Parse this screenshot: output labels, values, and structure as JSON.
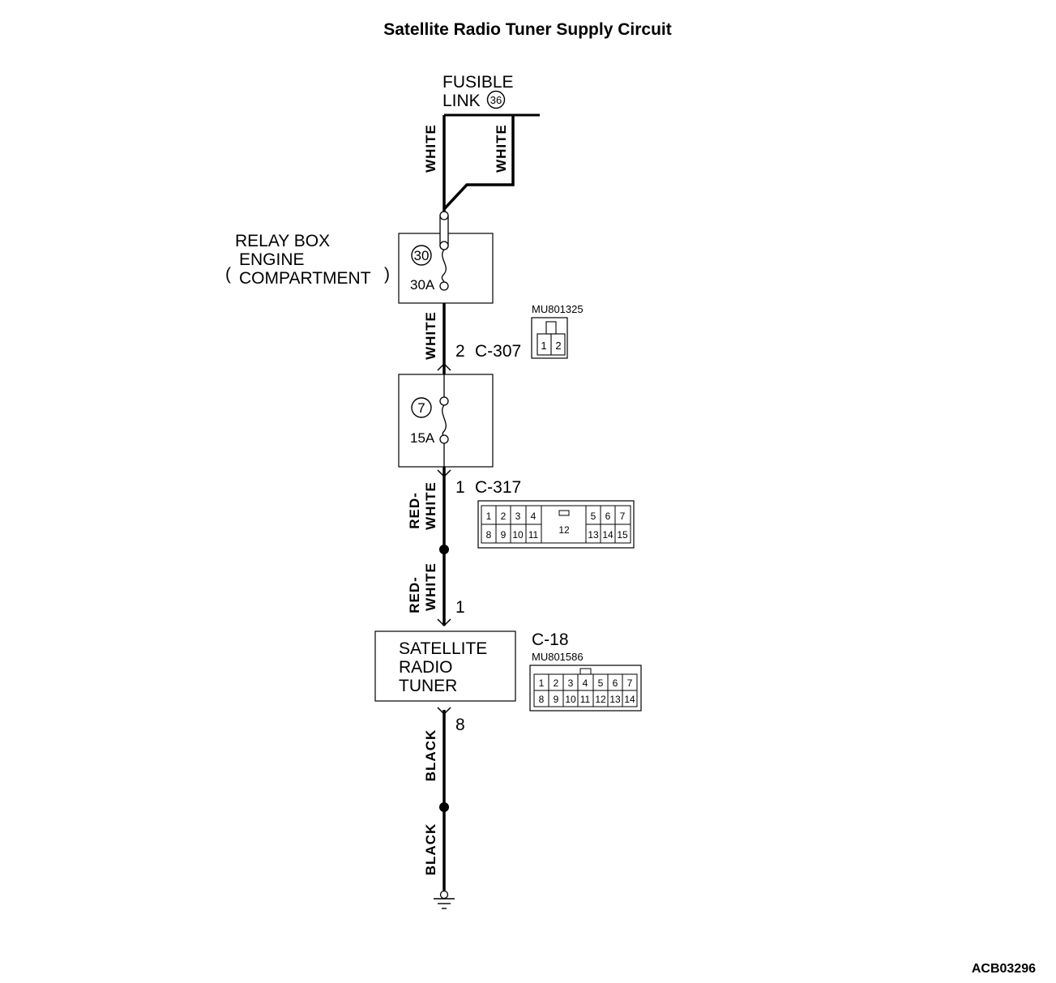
{
  "title": "Satellite Radio Tuner Supply Circuit",
  "figure_id": "ACB03296",
  "fusible_link": {
    "line1": "FUSIBLE",
    "line2": "LINK",
    "number": "36"
  },
  "wires": {
    "w1": "WHITE",
    "w2": "WHITE",
    "w3": "WHITE",
    "w4a": "RED-",
    "w4b": "WHITE",
    "w5a": "RED-",
    "w5b": "WHITE",
    "w6": "BLACK",
    "w7": "BLACK"
  },
  "relay_box": {
    "label1": "RELAY BOX",
    "label2": "ENGINE",
    "label3": "COMPARTMENT",
    "open_paren": "(",
    "close_paren": ")",
    "fuse_number": "30",
    "fuse_rating": "30A"
  },
  "junction_fuse": {
    "fuse_number": "7",
    "fuse_rating": "15A"
  },
  "connectors": {
    "c307": {
      "pin": "2",
      "name": "C-307",
      "part": "MU801325",
      "pins": [
        "1",
        "2"
      ]
    },
    "c317": {
      "pin": "1",
      "name": "C-317",
      "pins_top": [
        "1",
        "2",
        "3",
        "4",
        "5",
        "6",
        "7"
      ],
      "pins_bottom": [
        "8",
        "9",
        "10",
        "11",
        "13",
        "14",
        "15"
      ],
      "center_pin": "12"
    },
    "c18": {
      "name": "C-18",
      "part": "MU801586",
      "pin_in": "1",
      "pin_out": "8",
      "pins_top": [
        "1",
        "2",
        "3",
        "4",
        "5",
        "6",
        "7"
      ],
      "pins_bottom": [
        "8",
        "9",
        "10",
        "11",
        "12",
        "13",
        "14"
      ]
    }
  },
  "component": {
    "line1": "SATELLITE",
    "line2": "RADIO",
    "line3": "TUNER"
  }
}
